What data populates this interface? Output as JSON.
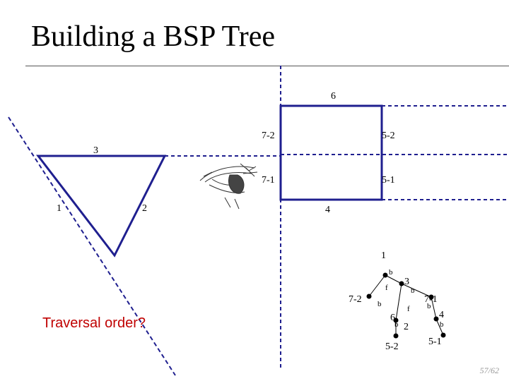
{
  "title": "Building a BSP Tree",
  "question": "Traversal order?",
  "page_number": "57/62",
  "labels": {
    "wall_6": "6",
    "wall_7_2": "7-2",
    "wall_5_2": "5-2",
    "wall_7_1": "7-1",
    "wall_5_1": "5-1",
    "wall_4": "4",
    "wall_3": "3",
    "wall_1": "1",
    "wall_2": "2"
  },
  "tree": {
    "root": "1",
    "n_7_2": "7-2",
    "n_3": "3",
    "n_6": "6",
    "n_2": "2",
    "n_5_2": "5-2",
    "n_7_1": "7-1",
    "n_4": "4",
    "n_5_1": "5-1",
    "back": "b",
    "front": "f"
  },
  "colors": {
    "wall": "#1f1f8f",
    "split_line": "#1f1f8f",
    "node": "#000000",
    "question": "#c00000"
  }
}
